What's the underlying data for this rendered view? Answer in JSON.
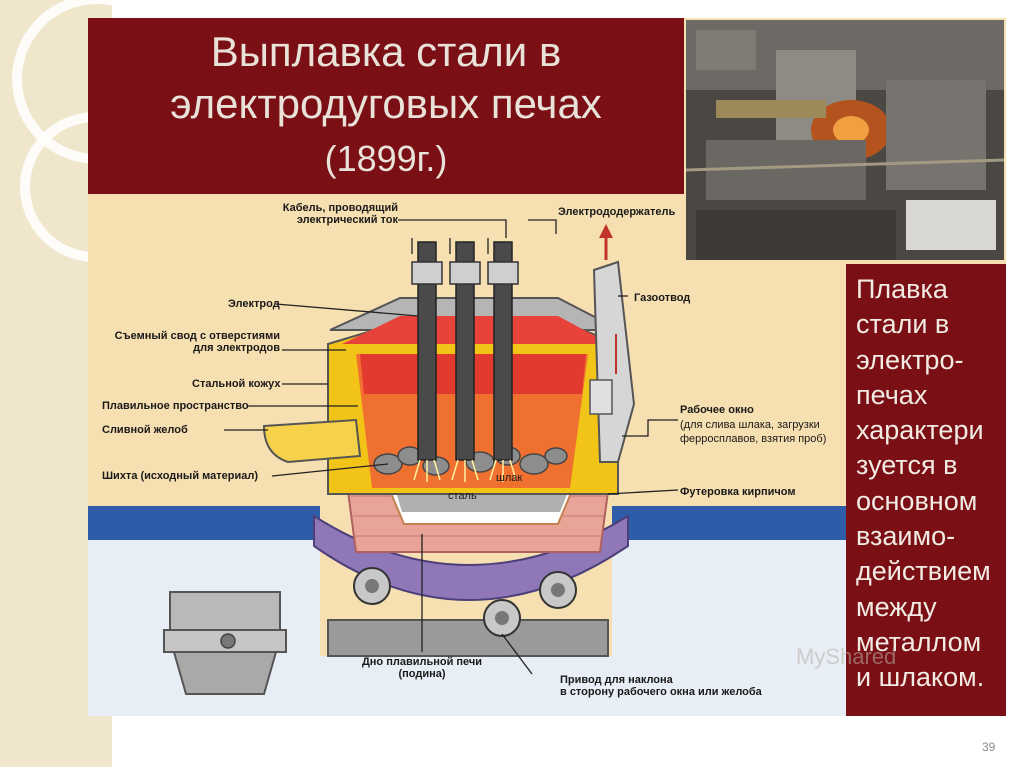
{
  "slide": {
    "title_line1": "Выплавка стали в",
    "title_line2": "электродуговых печах",
    "title_year": "(1899г.)",
    "side_text": "Плавка\nстали в\nэлектро-\nпечах\nхарактери\nзуется в\nосновном\nвзаимо-\nдействием\nмежду\nметаллом\nи шлаком.",
    "page_number": "39",
    "watermark": "MyShared"
  },
  "labels": {
    "cable": "Кабель, проводящий\nэлектрический ток",
    "holder": "Электрододержатель",
    "gas": "Газоотвод",
    "electrode": "Электрод",
    "roof": "Съемный свод с отверстиями\nдля электродов",
    "casing": "Стальной кожух",
    "space": "Плавильное пространство",
    "spout": "Сливной желоб",
    "charge": "Шихта (исходный материал)",
    "window_title": "Рабочее окно",
    "window_note": "(для слива шлака, загрузки\nферросплавов, взятия проб)",
    "lining": "Футеровка кирпичом",
    "slag": "шлак",
    "steel": "сталь",
    "bottom": "Дно плавильной печи\n(подина)",
    "drive": "Привод для наклона\nв сторону рабочего окна или желоба"
  },
  "colors": {
    "title_bg": "#7a0f15",
    "panel_bg": "#f6dfb0",
    "floor_blue": "#2f5ca8",
    "lining_brick": "#e7a497",
    "cradle_purple": "#9078b8"
  }
}
